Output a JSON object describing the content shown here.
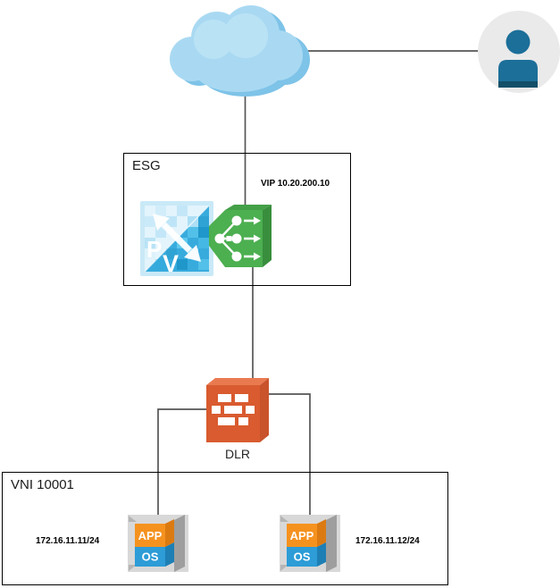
{
  "esg": {
    "label": "ESG",
    "vip": "VIP 10.20.200.10"
  },
  "dlr": {
    "label": "DLR"
  },
  "vni": {
    "label": "VNI 10001"
  },
  "servers": [
    {
      "ip": "172.16.11.11/24",
      "app": "APP",
      "os": "OS"
    },
    {
      "ip": "172.16.11.12/24",
      "app": "APP",
      "os": "OS"
    }
  ],
  "pv_icon": {
    "letter_p": "P",
    "letter_v": "V"
  },
  "colors": {
    "cloud_main": "#A9D9F2",
    "cloud_shadow": "#7EC3E8",
    "user_circle_bg": "#EAEAEA",
    "user_person": "#1C6F99",
    "user_person_dark": "#144F68",
    "lb_green_face": "#4CAF50",
    "lb_green_top": "#43A047",
    "lb_green_side": "#388E3C",
    "firewall_front": "#D95B2F",
    "firewall_top": "#E97A50",
    "firewall_side": "#C9532B",
    "server_frame": "#D8D8D8",
    "server_frame_dark": "#9E9E9E",
    "app_orange": "#F5921F",
    "app_orange_dark": "#DC7A12",
    "os_blue": "#2D9CD7",
    "os_blue_dark": "#1E7FB4",
    "pv_dark_blue": "#38ABDD",
    "pv_light_blue": "#E3F4FC",
    "connector_line": "#565656",
    "box_border": "#000000"
  }
}
